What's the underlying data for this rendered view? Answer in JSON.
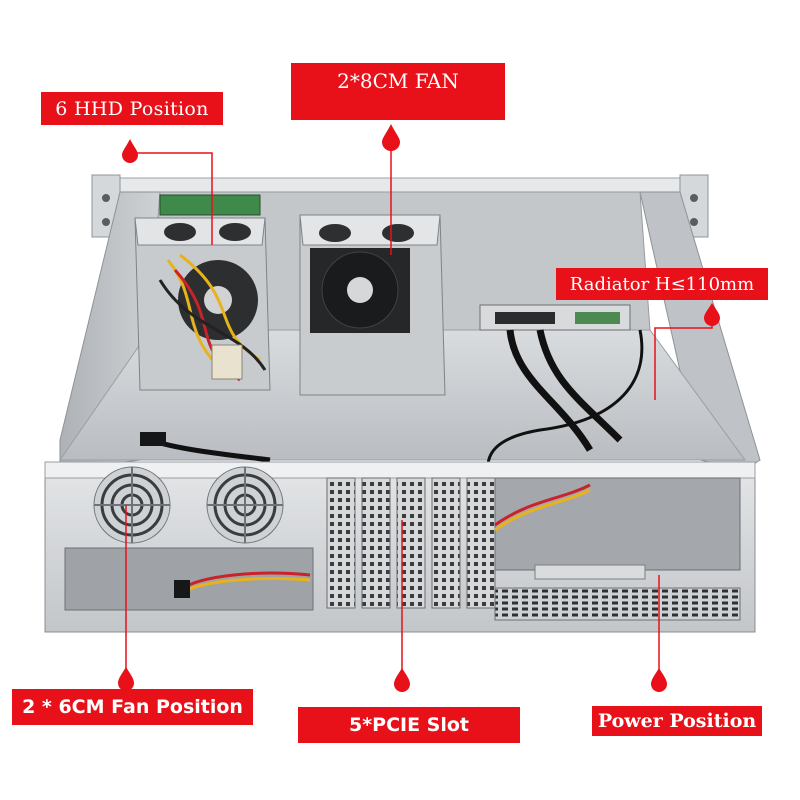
{
  "labels": {
    "hdd": "6 HHD Position",
    "fan8": "2*8CM FAN",
    "radiator": "Radiator H≤110mm",
    "fan6": "2 * 6CM Fan Position",
    "pcie": "5*PCIE Slot",
    "power": "Power Position"
  },
  "colors": {
    "accent": "#e8111a",
    "label_text": "#ffffff",
    "chassis": "#c9ccd0"
  }
}
